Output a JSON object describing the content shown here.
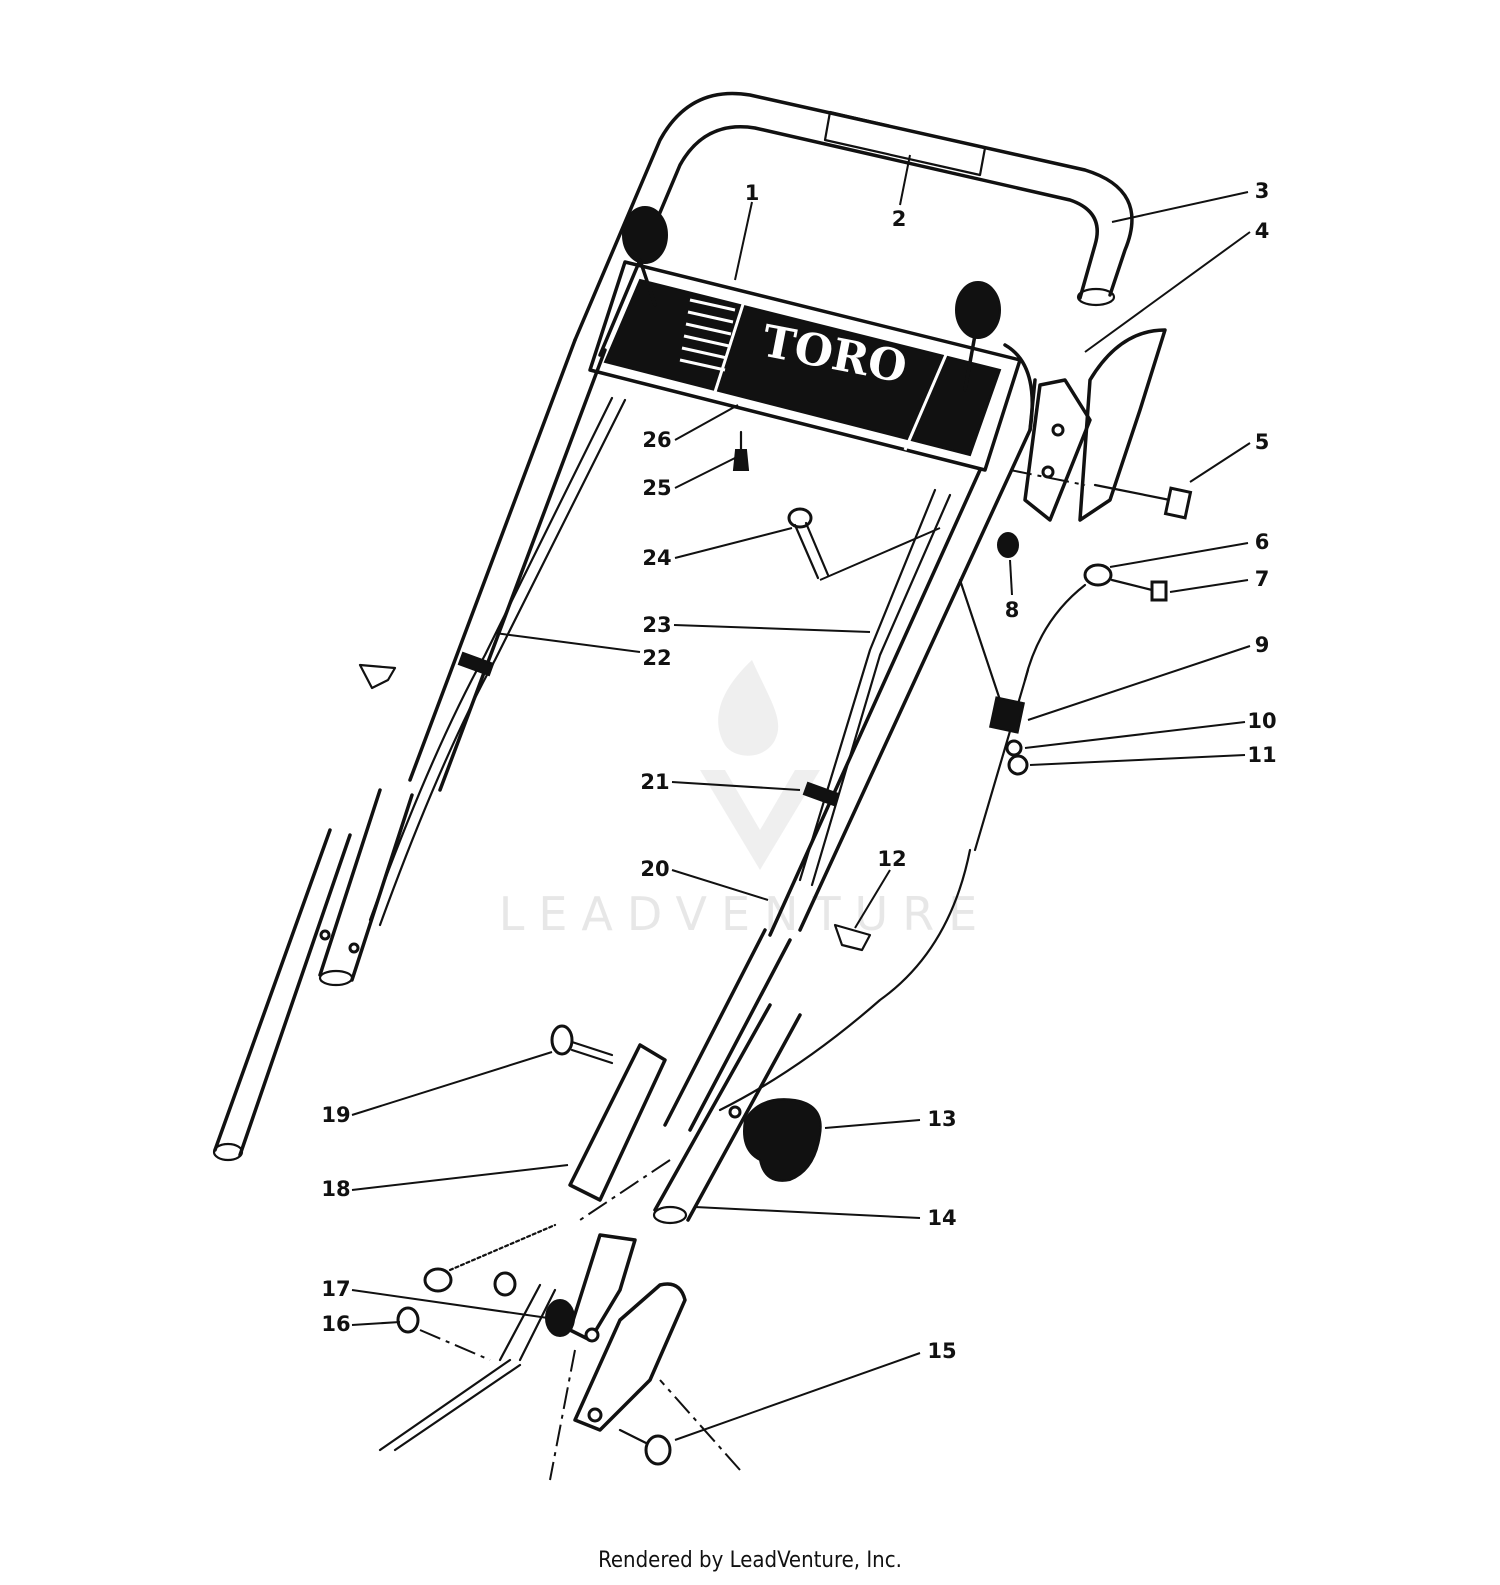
{
  "diagram": {
    "brand_text": "TORO",
    "callouts": [
      "1",
      "2",
      "3",
      "4",
      "5",
      "6",
      "7",
      "8",
      "9",
      "10",
      "11",
      "12",
      "13",
      "14",
      "15",
      "16",
      "17",
      "18",
      "19",
      "20",
      "21",
      "22",
      "23",
      "24",
      "25",
      "26"
    ],
    "watermark": "LEADVENTURE",
    "footer": "Rendered by LeadVenture, Inc."
  }
}
